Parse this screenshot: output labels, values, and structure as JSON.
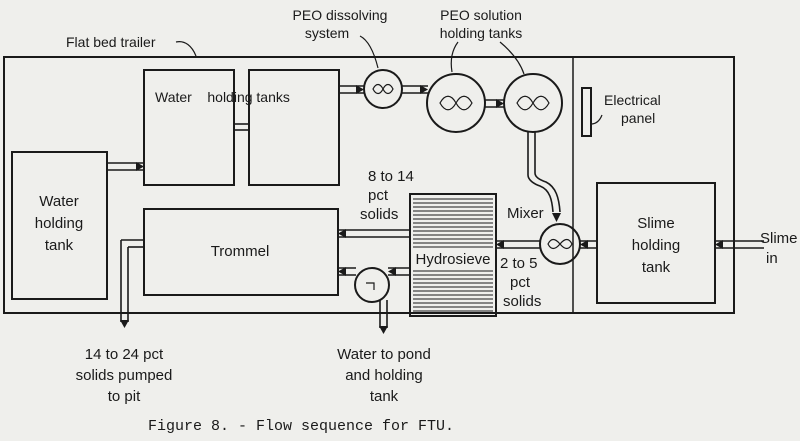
{
  "labels": {
    "peo_dissolving": [
      "PEO dissolving",
      "system"
    ],
    "peo_solution": [
      "PEO solution",
      "holding tanks"
    ],
    "flat_bed_trailer": "Flat bed trailer",
    "water_holding_tanks": "Water    holding tanks",
    "electrical_panel": [
      "Electrical",
      "panel"
    ],
    "water_holding_tank": [
      "Water",
      "holding",
      "tank"
    ],
    "trommel": "Trommel",
    "pct_8_14": [
      "8 to 14",
      "pct",
      "solids"
    ],
    "hydrosieve": "Hydrosieve",
    "mixer": "Mixer",
    "pct_2_5": [
      "2 to 5",
      "pct",
      "solids"
    ],
    "slime_holding_tank": [
      "Slime",
      "holding",
      "tank"
    ],
    "slime_in": [
      "Slime",
      "in"
    ],
    "pct_14_24": [
      "14 to 24 pct",
      "solids pumped",
      "to pit"
    ],
    "water_to_pond": [
      "Water to pond",
      "and holding",
      "tank"
    ]
  },
  "caption": "Figure 8. - Flow sequence for FTU."
}
